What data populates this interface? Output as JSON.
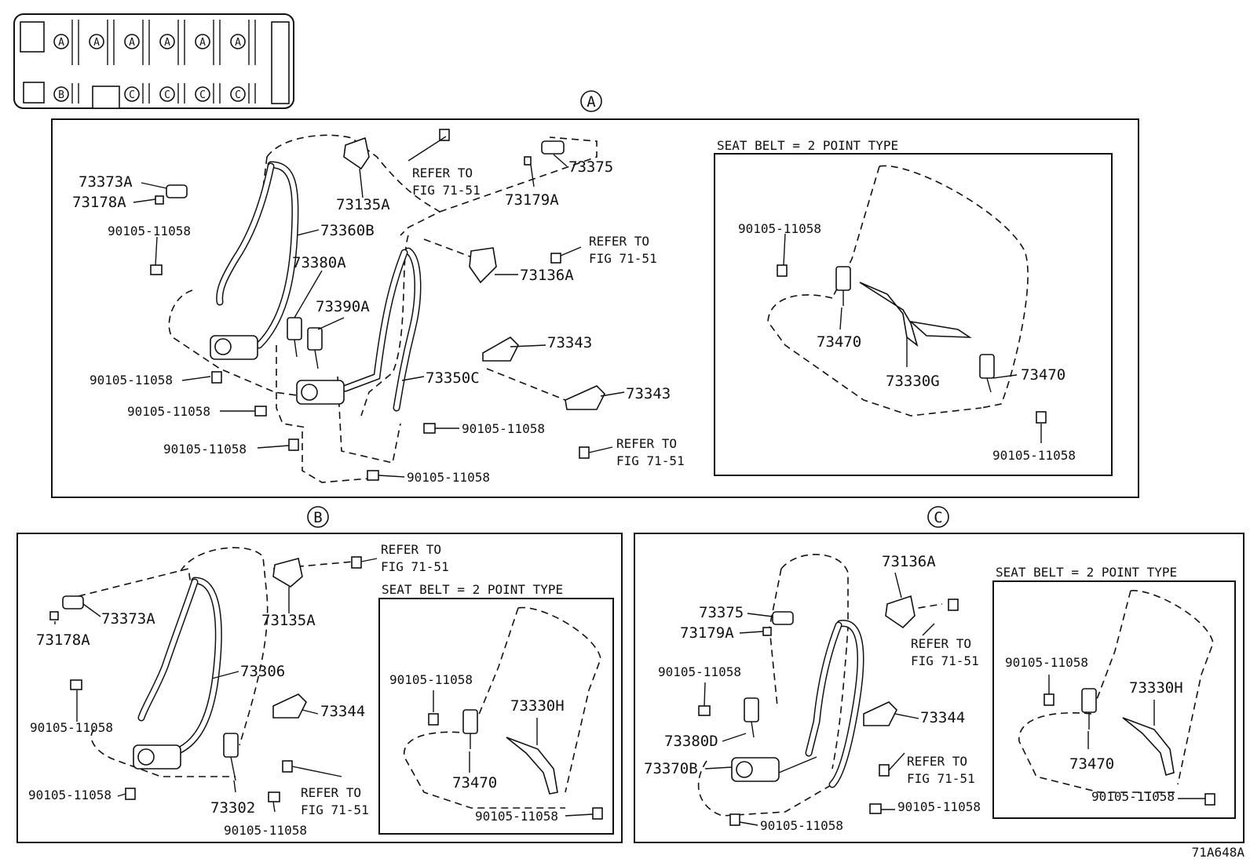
{
  "index_map": {
    "row1": [
      "A",
      "A",
      "A",
      "A",
      "A",
      "A"
    ],
    "row2": [
      "B",
      "C",
      "C",
      "C",
      "C"
    ]
  },
  "sections": {
    "A": {
      "marker": "A",
      "labels": {
        "p73373A": "73373A",
        "p73178A": "73178A",
        "p73135A": "73135A",
        "p73360B": "73360B",
        "p73380A": "73380A",
        "p73390A": "73390A",
        "p73179A": "73179A",
        "p73375": "73375",
        "p73136A": "73136A",
        "p73343a": "73343",
        "p73343b": "73343",
        "p73350C": "73350C",
        "bolt1": "90105-11058",
        "bolt2": "90105-11058",
        "bolt3": "90105-11058",
        "bolt4": "90105-11058",
        "bolt5": "90105-11058",
        "bolt6": "90105-11058",
        "refer1a": "REFER TO",
        "refer1b": "FIG 71-51",
        "refer2a": "REFER TO",
        "refer2b": "FIG 71-51",
        "refer3a": "REFER TO",
        "refer3b": "FIG 71-51"
      },
      "inset": {
        "title": "SEAT BELT = 2 POINT TYPE",
        "bolt1": "90105-11058",
        "bolt2": "90105-11058",
        "p73470a": "73470",
        "p73470b": "73470",
        "p73330G": "73330G"
      }
    },
    "B": {
      "marker": "B",
      "labels": {
        "p73373A": "73373A",
        "p73178A": "73178A",
        "p73135A": "73135A",
        "p73306": "73306",
        "p73344": "73344",
        "p73302": "73302",
        "bolt1": "90105-11058",
        "bolt2": "90105-11058",
        "bolt3": "90105-11058",
        "refer1a": "REFER TO",
        "refer1b": "FIG 71-51",
        "refer2a": "REFER TO",
        "refer2b": "FIG 71-51"
      },
      "inset": {
        "title": "SEAT BELT = 2 POINT TYPE",
        "bolt1": "90105-11058",
        "bolt2": "90105-11058",
        "p73470": "73470",
        "p73330H": "73330H"
      }
    },
    "C": {
      "marker": "C",
      "labels": {
        "p73136A": "73136A",
        "p73375": "73375",
        "p73179A": "73179A",
        "p73344": "73344",
        "p73380D": "73380D",
        "p73370B": "73370B",
        "bolt1": "90105-11058",
        "bolt2": "90105-11058",
        "bolt3": "90105-11058",
        "refer1a": "REFER TO",
        "refer1b": "FIG 71-51",
        "refer2a": "REFER TO",
        "refer2b": "FIG 71-51"
      },
      "inset": {
        "title": "SEAT BELT = 2 POINT TYPE",
        "bolt1": "90105-11058",
        "bolt2": "90105-11058",
        "p73470": "73470",
        "p73330H": "73330H"
      }
    }
  },
  "figure_code": "71A648A"
}
